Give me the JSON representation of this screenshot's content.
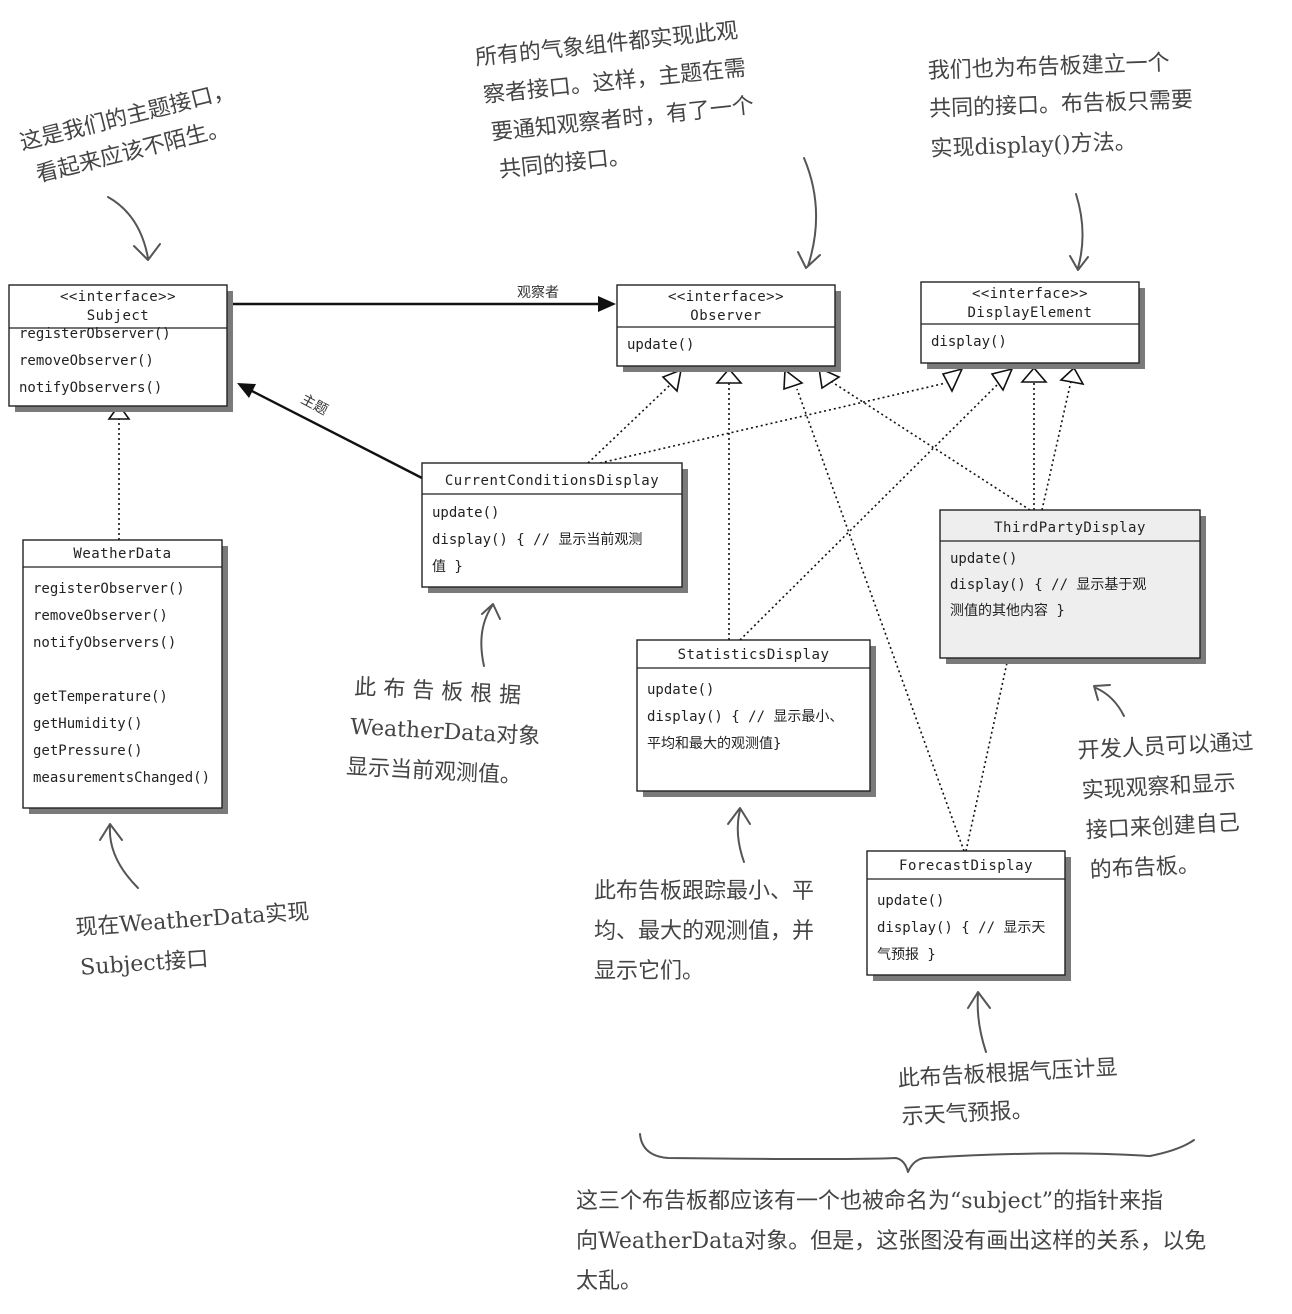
{
  "classes": {
    "subject": {
      "stereotype": "<<interface>>",
      "name": "Subject",
      "methods": [
        "registerObserver()",
        "removeObserver()",
        "notifyObservers()"
      ]
    },
    "observer": {
      "stereotype": "<<interface>>",
      "name": "Observer",
      "methods": [
        "update()"
      ]
    },
    "display_element": {
      "stereotype": "<<interface>>",
      "name": "DisplayElement",
      "methods": [
        "display()"
      ]
    },
    "weather_data": {
      "name": "WeatherData",
      "methods": [
        "registerObserver()",
        "removeObserver()",
        "notifyObservers()",
        "getTemperature()",
        "getHumidity()",
        "getPressure()",
        "measurementsChanged()"
      ]
    },
    "current_conditions": {
      "name": "CurrentConditionsDisplay",
      "methods": [
        "update()",
        "display() { // 显示当前观测",
        "值 }"
      ]
    },
    "statistics": {
      "name": "StatisticsDisplay",
      "methods": [
        "update()",
        "display() { // 显示最小、",
        "平均和最大的观测值}"
      ]
    },
    "third_party": {
      "name": "ThirdPartyDisplay",
      "methods": [
        "update()",
        "display() { // 显示基于观",
        "测值的其他内容 }"
      ]
    },
    "forecast": {
      "name": "ForecastDisplay",
      "methods": [
        "update()",
        "display() { // 显示天",
        "气预报 }"
      ]
    }
  },
  "relations": {
    "observers_label": "观察者",
    "subject_label": "主题"
  },
  "notes": {
    "subject_note": [
      "这是我们的主题接口，",
      "看起来应该不陌生。"
    ],
    "observer_note": [
      "所有的气象组件都实现此观",
      "察者接口。这样，主题在需",
      "要通知观察者时，有了一个",
      "共同的接口。"
    ],
    "display_note": [
      "我们也为布告板建立一个",
      "共同的接口。布告板只需要",
      "实现display()方法。"
    ],
    "current_note": [
      "此 布 告 板 根 据",
      "WeatherData对象",
      "显示当前观测值。"
    ],
    "third_party_note": [
      "开发人员可以通过",
      "实现观察和显示",
      "接口来创建自己",
      "的布告板。"
    ],
    "weather_note": [
      "现在WeatherData实现",
      "Subject接口"
    ],
    "statistics_note": [
      "此布告板跟踪最小、平",
      "均、最大的观测值，并",
      "显示它们。"
    ],
    "forecast_note": [
      "此布告板根据气压计显",
      "示天气预报。"
    ],
    "bottom_note": [
      "这三个布告板都应该有一个也被命名为“subject”的指针来指",
      "向WeatherData对象。但是，这张图没有画出这样的关系，以免",
      "太乱。"
    ]
  }
}
